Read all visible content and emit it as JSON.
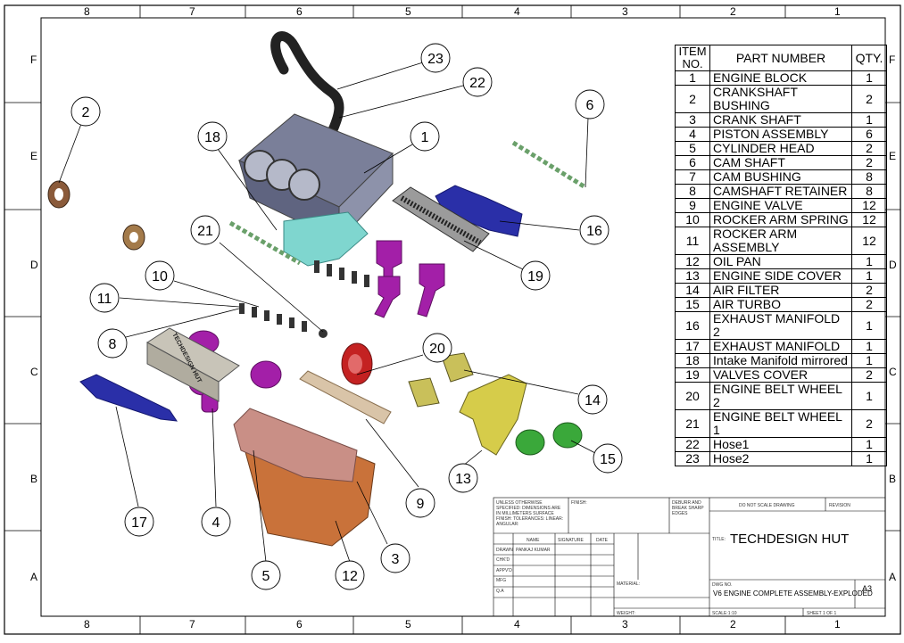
{
  "zones": {
    "columns": [
      "8",
      "7",
      "6",
      "5",
      "4",
      "3",
      "2",
      "1"
    ],
    "rows": [
      "F",
      "E",
      "D",
      "C",
      "B",
      "A"
    ]
  },
  "bom": {
    "headers": {
      "item": "ITEM NO.",
      "part": "PART NUMBER",
      "qty": "QTY."
    },
    "rows": [
      {
        "item": "1",
        "part": "ENGINE BLOCK",
        "qty": "1"
      },
      {
        "item": "2",
        "part": "CRANKSHAFT BUSHING",
        "qty": "2"
      },
      {
        "item": "3",
        "part": "CRANK SHAFT",
        "qty": "1"
      },
      {
        "item": "4",
        "part": "PISTON ASSEMBLY",
        "qty": "6"
      },
      {
        "item": "5",
        "part": "CYLINDER HEAD",
        "qty": "2"
      },
      {
        "item": "6",
        "part": "CAM SHAFT",
        "qty": "2"
      },
      {
        "item": "7",
        "part": "CAM BUSHING",
        "qty": "8"
      },
      {
        "item": "8",
        "part": "CAMSHAFT RETAINER",
        "qty": "8"
      },
      {
        "item": "9",
        "part": "ENGINE VALVE",
        "qty": "12"
      },
      {
        "item": "10",
        "part": "ROCKER ARM SPRING",
        "qty": "12"
      },
      {
        "item": "11",
        "part": "ROCKER ARM ASSEMBLY",
        "qty": "12"
      },
      {
        "item": "12",
        "part": "OIL PAN",
        "qty": "1"
      },
      {
        "item": "13",
        "part": "ENGINE SIDE COVER",
        "qty": "1"
      },
      {
        "item": "14",
        "part": "AIR FILTER",
        "qty": "2"
      },
      {
        "item": "15",
        "part": "AIR TURBO",
        "qty": "2"
      },
      {
        "item": "16",
        "part": "EXHAUST MANIFOLD 2",
        "qty": "1"
      },
      {
        "item": "17",
        "part": "EXHAUST MANIFOLD",
        "qty": "1"
      },
      {
        "item": "18",
        "part": "Intake Manifold mirrored",
        "qty": "1"
      },
      {
        "item": "19",
        "part": "VALVES COVER",
        "qty": "2"
      },
      {
        "item": "20",
        "part": "ENGINE BELT WHEEL 2",
        "qty": "1"
      },
      {
        "item": "21",
        "part": "ENGINE BELT WHEEL 1",
        "qty": "2"
      },
      {
        "item": "22",
        "part": "Hose1",
        "qty": "1"
      },
      {
        "item": "23",
        "part": "Hose2",
        "qty": "1"
      }
    ]
  },
  "balloons": [
    "23",
    "22",
    "2",
    "18",
    "1",
    "6",
    "16",
    "19",
    "21",
    "10",
    "11",
    "8",
    "20",
    "14",
    "15",
    "13",
    "9",
    "17",
    "4",
    "5",
    "12",
    "3"
  ],
  "logo_text": "TECHDESIGN HUT",
  "title_block": {
    "notes": "UNLESS OTHERWISE SPECIFIED: DIMENSIONS ARE IN MILLIMETERS SURFACE FINISH: TOLERANCES: LINEAR: ANGULAR:",
    "finish": "FINISH:",
    "deburr": "DEBURR AND BREAK SHARP EDGES",
    "do_not_scale": "DO NOT SCALE DRAWING",
    "revision": "REVISION",
    "col_name": "NAME",
    "col_signature": "SIGNATURE",
    "col_date": "DATE",
    "row_drawn": "DRAWN",
    "drawn_name": "PANKAJ KUMAR",
    "row_chkd": "CHK'D",
    "row_appvd": "APPV'D",
    "row_mfg": "MFG",
    "row_qa": "Q.A",
    "material": "MATERIAL:",
    "weight": "WEIGHT:",
    "title_label": "TITLE:",
    "title": "TECHDESIGN HUT",
    "dwg_no_label": "DWG NO.",
    "dwg_no": "V6 ENGINE COMPLETE ASSEMBLY-EXPLODED",
    "size": "A3",
    "scale": "SCALE:1:10",
    "sheet": "SHEET 1 OF 1"
  },
  "colors": {
    "block": "#7a7f99",
    "manifold": "#7fd6cf",
    "piston": "#a31fa8",
    "exhaust": "#2a2fa8",
    "oilpan": "#c9723a",
    "head": "#c98f86",
    "filter": "#c9c05a",
    "turbo": "#3aa83a",
    "belt": "#c42222",
    "bushing": "#8a5a3a",
    "hose": "#222222",
    "cam": "#6aa06a",
    "cover": "#c8c4b8"
  }
}
